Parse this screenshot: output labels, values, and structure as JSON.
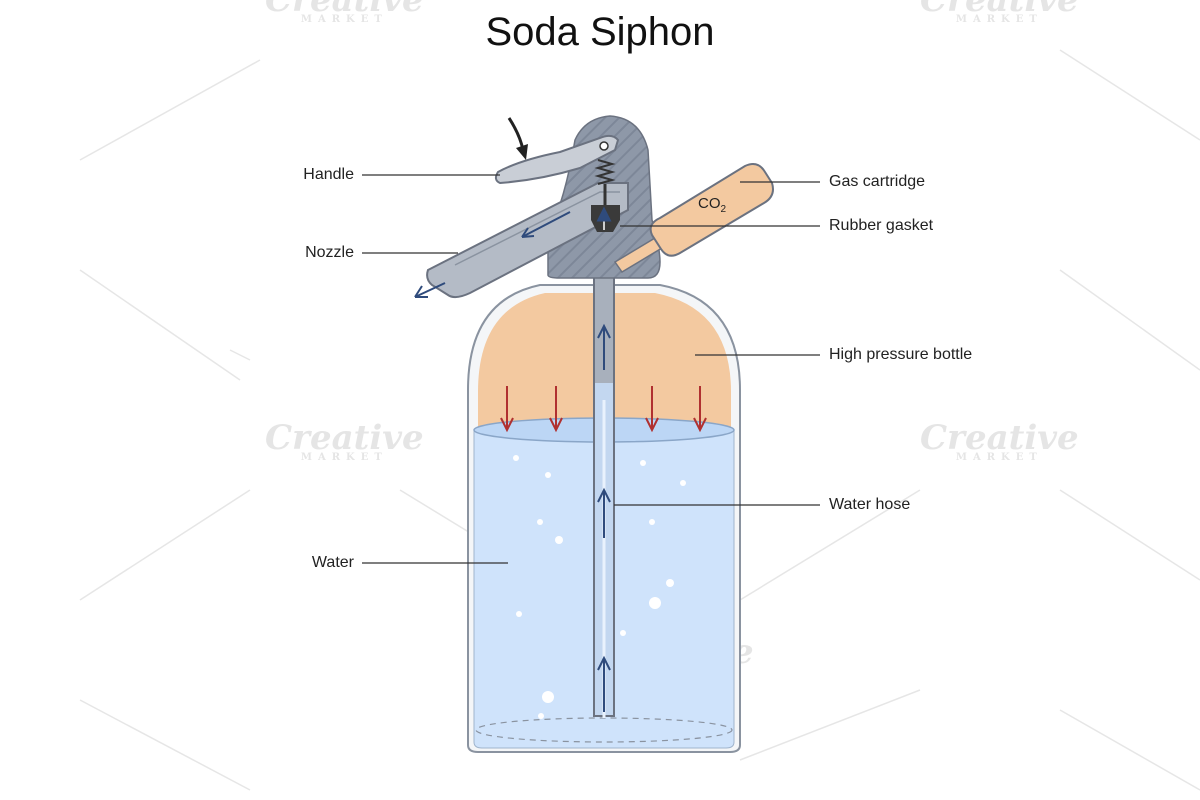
{
  "title": "Soda Siphon",
  "watermark": {
    "main": "Creative",
    "sub": "MARKET"
  },
  "labels": {
    "handle": "Handle",
    "nozzle": "Nozzle",
    "water": "Water",
    "gas_cartridge": "Gas cartridge",
    "rubber_gasket": "Rubber gasket",
    "high_pressure_bottle": "High pressure bottle",
    "water_hose": "Water hose"
  },
  "cartridge_text": {
    "main": "CO",
    "subscript": "2"
  },
  "colors": {
    "water": "#cfe3fb",
    "gas": "#f3c9a0",
    "metal": "#9aa4b2",
    "metal_light": "#c9ced6",
    "outline": "#6b7280",
    "flow_arrow": "#2f4b7c",
    "pressure_arrow": "#b03030"
  }
}
